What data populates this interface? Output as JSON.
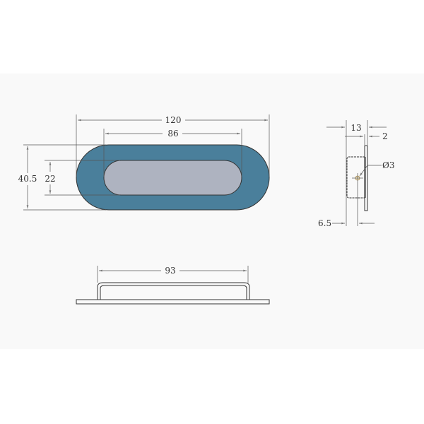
{
  "colors": {
    "outer_flange": "#4a7f9b",
    "inner_recess": "#aeb3c0",
    "line": "#333333"
  },
  "front_view": {
    "overall_length": "120",
    "recess_length": "86",
    "overall_height": "40.5",
    "recess_height": "22"
  },
  "side_view": {
    "depth": "13",
    "flange_thickness": "2",
    "hole_diameter": "Ø3",
    "offset": "6.5"
  },
  "bottom_view": {
    "recess_length": "93"
  }
}
